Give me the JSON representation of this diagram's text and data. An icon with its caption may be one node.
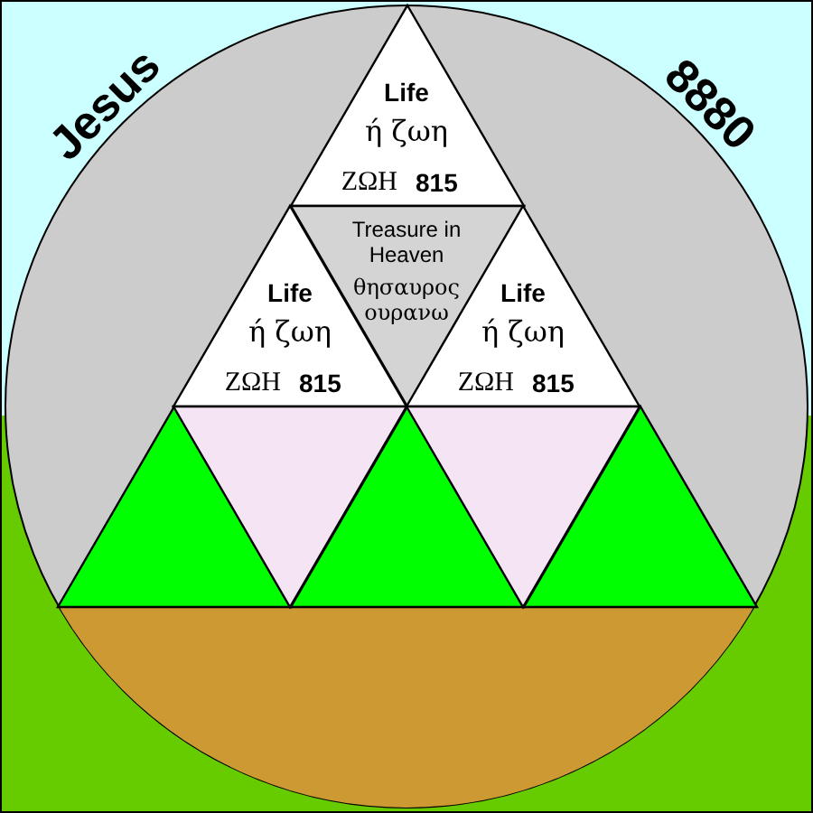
{
  "diagram": {
    "nodes": [
      {
        "text": [
          "Life",
          "ή ζωη",
          "ΖΩΗ",
          "815"
        ]
      },
      {
        "text": [
          "Life",
          "ή ζωη",
          "ΖΩΗ",
          "815"
        ]
      },
      {
        "text": [
          "Treasure in Heaven",
          "θησαυρος ουρανω"
        ]
      },
      {
        "text": [
          "Life",
          "ή ζωη",
          "ΖΩΗ",
          "815"
        ]
      },
      {
        "text": [],
        "shape": "triangle"
      },
      {
        "text": [],
        "shape": "triangle"
      },
      {
        "text": [],
        "shape": "triangle"
      },
      {
        "text": [],
        "shape": "triangle"
      },
      {
        "text": [],
        "shape": "triangle"
      }
    ],
    "labels": [
      "Jesus",
      "8880"
    ]
  }
}
